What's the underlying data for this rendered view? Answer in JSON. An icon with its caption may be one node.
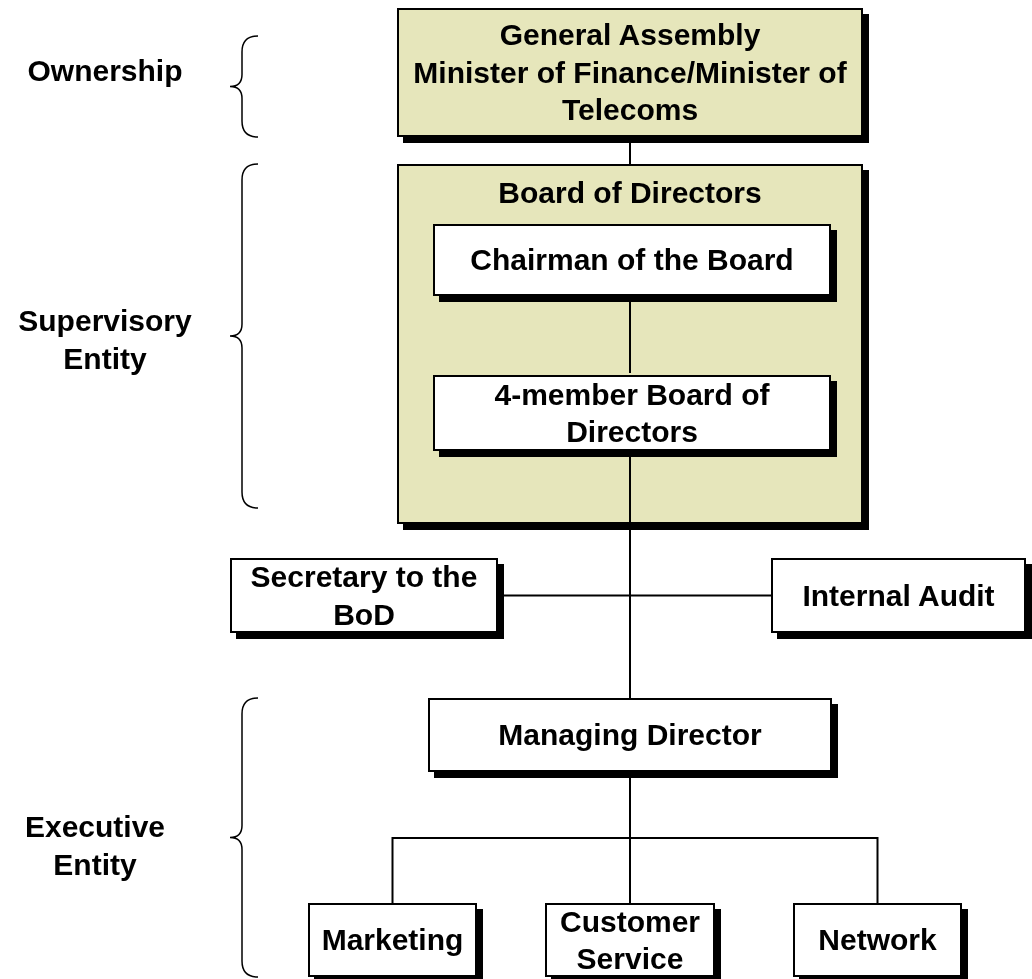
{
  "diagram": {
    "nodes": [
      {
        "text": [
          "General Assembly",
          "Minister of Finance/Minister of Telecoms"
        ]
      },
      {
        "text": [
          "Board of Directors"
        ]
      },
      {
        "text": [
          "Chairman of the Board"
        ],
        "in": 1
      },
      {
        "text": [
          "4-member Board of Directors"
        ],
        "in": 1
      },
      {
        "text": [
          "Secretary to the BoD"
        ]
      },
      {
        "text": [
          "Internal Audit"
        ]
      },
      {
        "text": [
          "Managing Director"
        ]
      },
      {
        "text": [
          "Marketing"
        ]
      },
      {
        "text": [
          "Customer Service"
        ]
      },
      {
        "text": [
          "Network"
        ]
      }
    ],
    "edges": [
      {
        "from": 0,
        "to": 1,
        "arrow": "none"
      },
      {
        "from": 2,
        "to": 3,
        "arrow": "none"
      },
      {
        "from": 3,
        "to": 6,
        "arrow": "none"
      },
      {
        "from": 3,
        "to": 4,
        "arrow": "none"
      },
      {
        "from": 3,
        "to": 5,
        "arrow": "none"
      },
      {
        "from": 6,
        "to": 7,
        "arrow": "none"
      },
      {
        "from": 6,
        "to": 8,
        "arrow": "none"
      },
      {
        "from": 6,
        "to": 9,
        "arrow": "none"
      }
    ],
    "labels": [
      "Ownership",
      "Supervisory Entity",
      "Executive Entity"
    ]
  }
}
